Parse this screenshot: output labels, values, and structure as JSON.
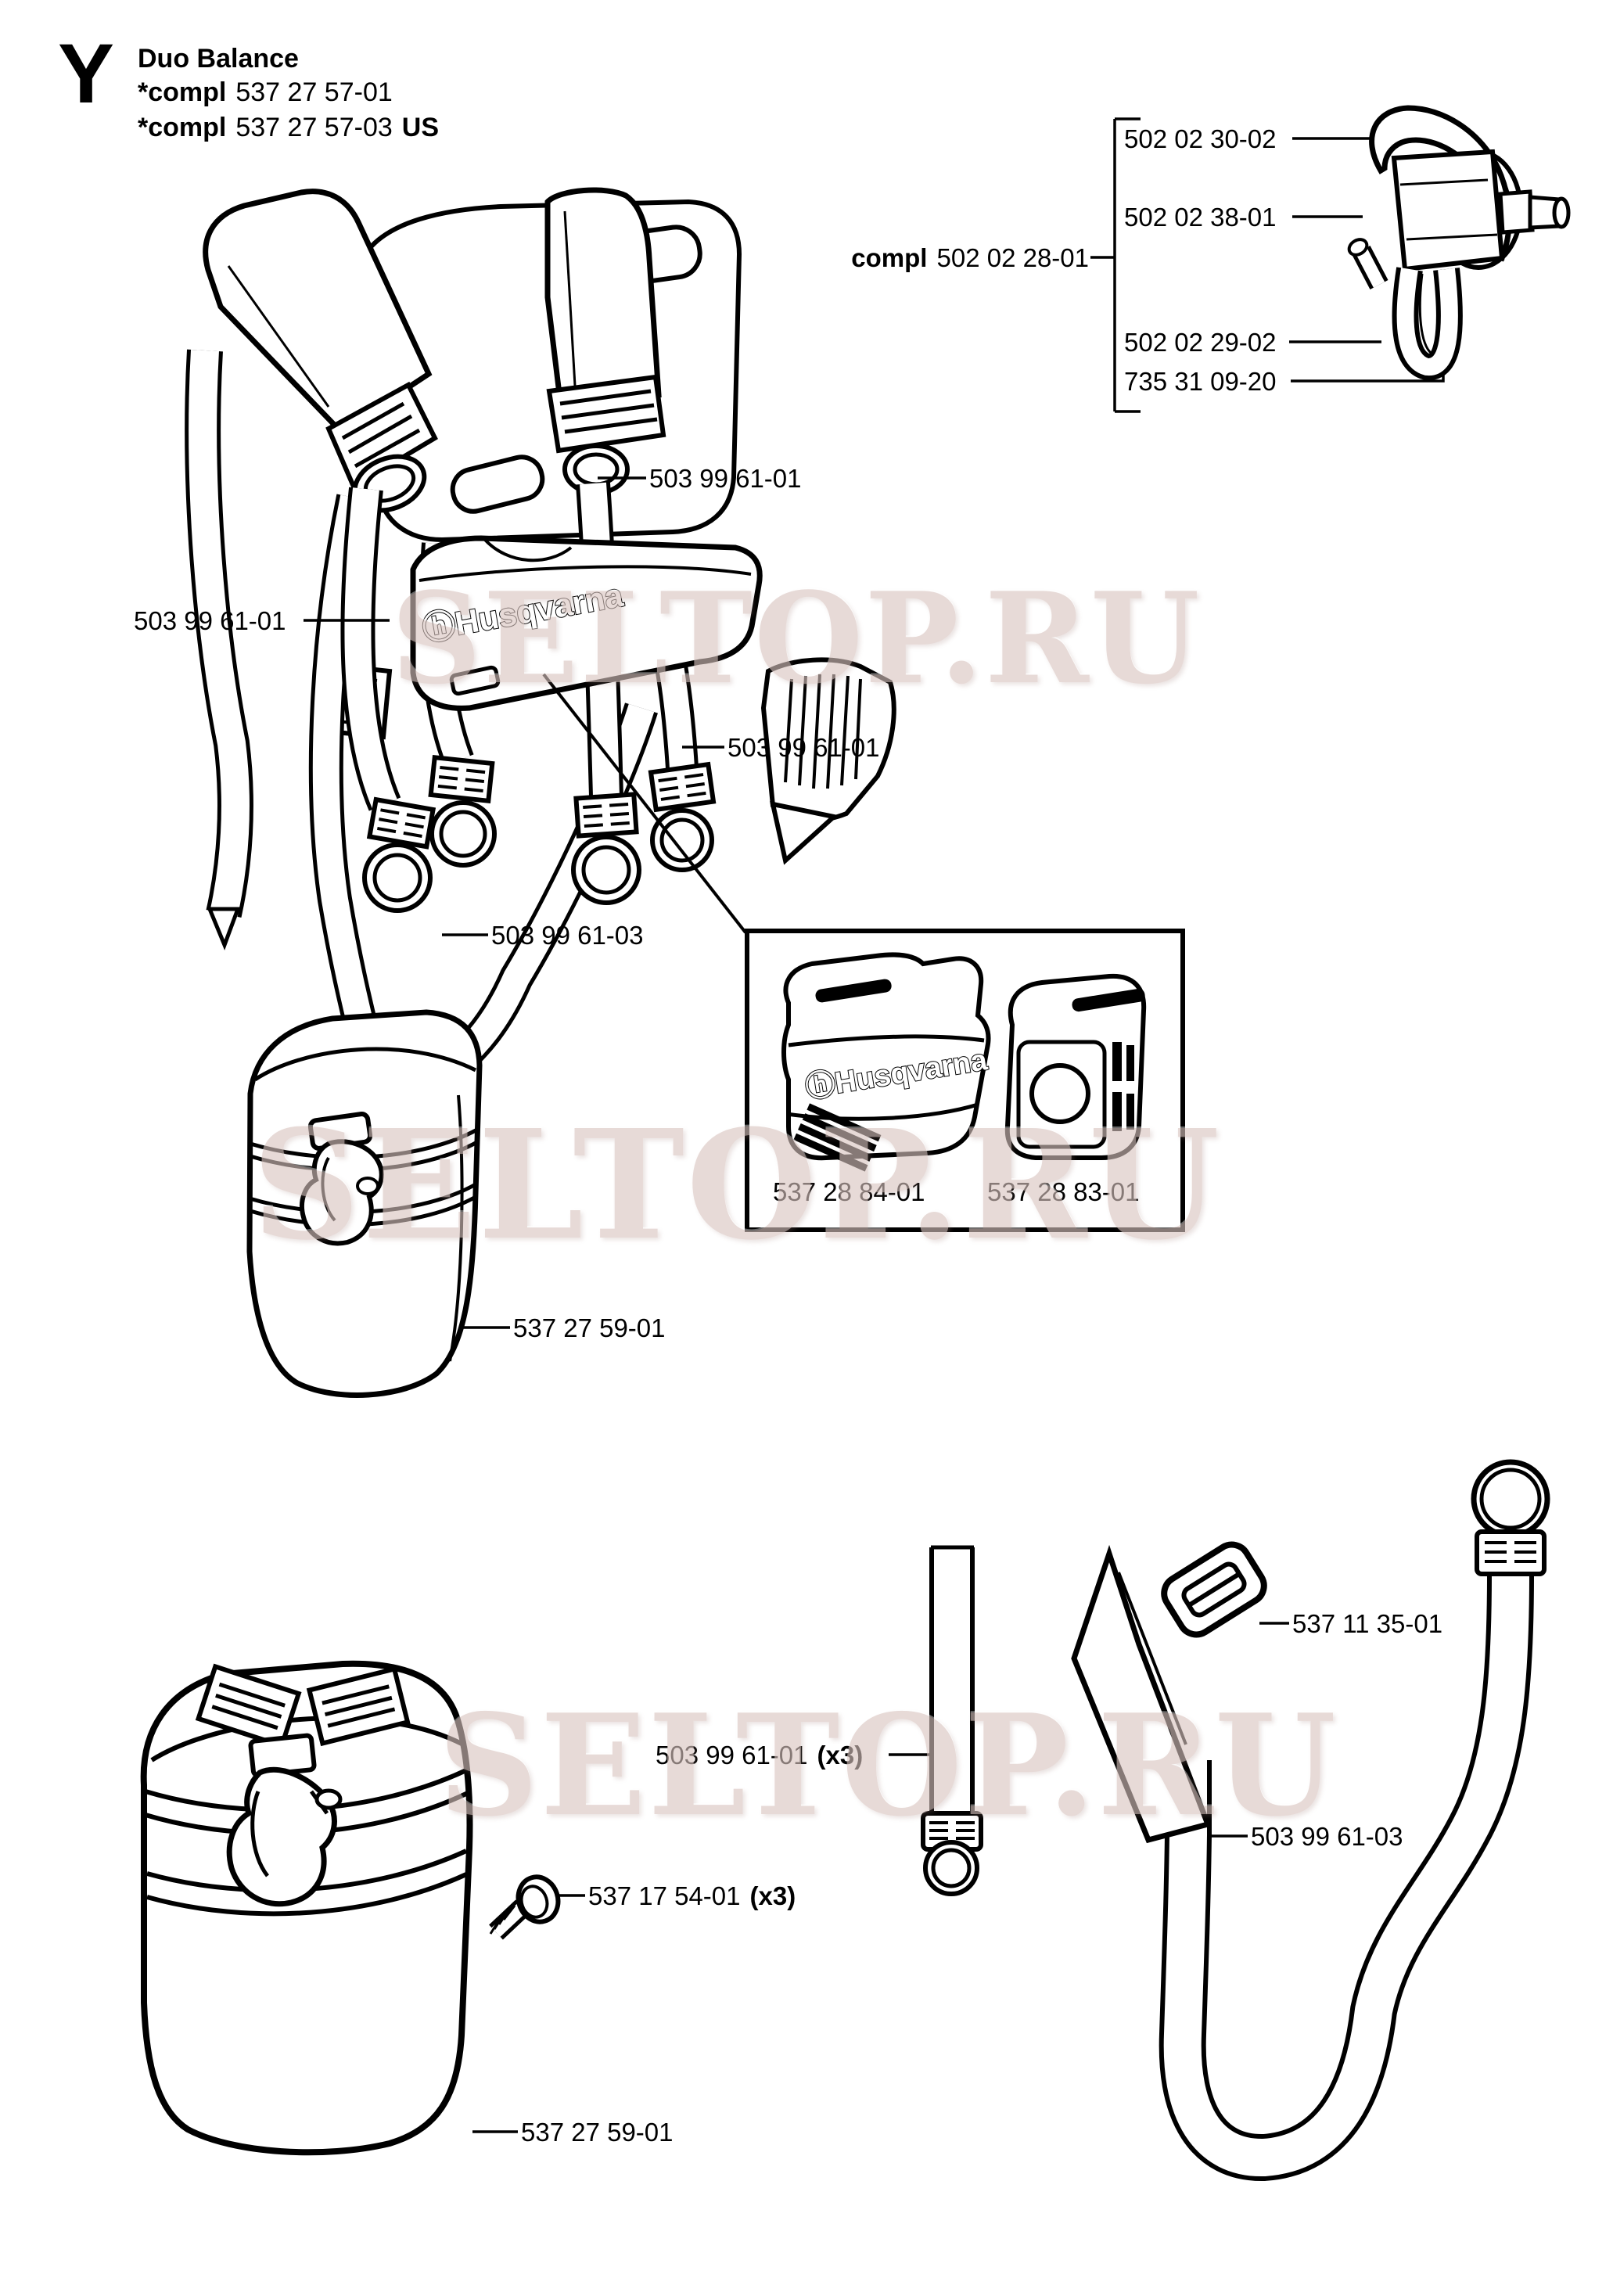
{
  "header": {
    "section_marker": "Y",
    "title": "Duo Balance",
    "variant1": {
      "prefix": "*compl",
      "number": "537 27 57-01",
      "suffix": ""
    },
    "variant2": {
      "prefix": "*compl",
      "number": "537 27 57-03",
      "suffix": "US"
    }
  },
  "assembly_callout": {
    "prefix": "compl",
    "number": "502 02 28-01",
    "parts": {
      "p1": "502 02 30-02",
      "p2": "502 02 38-01",
      "p3": "502 02 29-02",
      "p4": "735 31 09-20"
    }
  },
  "callouts": {
    "shoulder_strap_right": "503 99 61-01",
    "shoulder_strap_left": "503 99 61-01",
    "hip_strap_right": "503 99 61-01",
    "long_strap_middle": "503 99 61-03",
    "pad_left": "537 28 84-01",
    "pad_right": "537 28 83-01",
    "bag_middle": "537 27 59-01",
    "strap_x3": {
      "number": "503 99 61-01",
      "qty": "(x3)"
    },
    "screw": {
      "number": "537 17 54-01",
      "qty": "(x3)"
    },
    "buckle": "537 11 35-01",
    "strap_long_right": "503 99 61-03",
    "bag_bottom": "537 27 59-01"
  },
  "brand": {
    "logo": "ⓗHusqvarna"
  },
  "watermark": {
    "text": "SELTOP.RU",
    "color": "#d9c4bf"
  }
}
